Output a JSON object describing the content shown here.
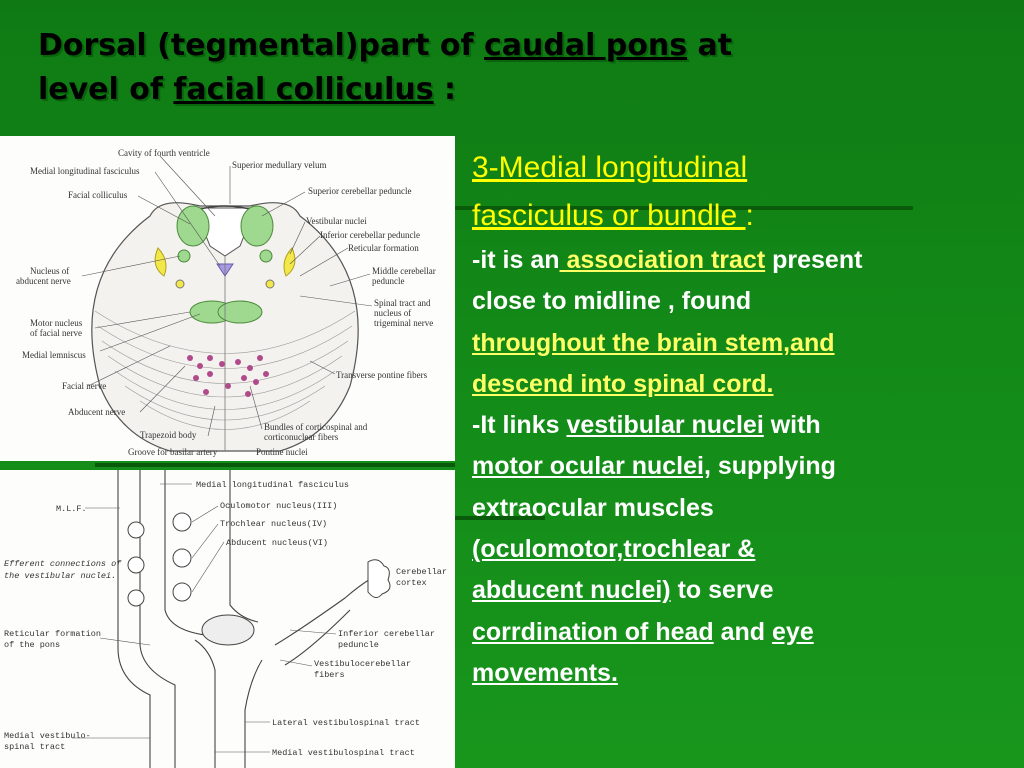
{
  "title": {
    "part1": "Dorsal (tegmental)part of ",
    "link1": "caudal pons",
    "part2": " at",
    "part3": "level of ",
    "link2": "facial colliculus",
    "part4": " :"
  },
  "text": {
    "heading_line1": "3-Medial longitudinal",
    "heading_line2": "fasciculus or bundle ",
    "heading_colon": ":",
    "p1_a": "-it is an",
    "p1_b": " association tract",
    "p1_c": " present",
    "p1_d": "close to midline , found",
    "p1_e": "throughout the brain stem,and",
    "p1_f": "descend into spinal cord.",
    "p2_a": "-It links ",
    "p2_b": "vestibular nuclei",
    "p2_c": " with",
    "p2_d": "motor  ocular nuclei,",
    "p2_e": " supplying",
    "p2_f": "extraocular muscles",
    "p2_g": "(oculomotor,trochlear &",
    "p2_h": "abducent nuclei)",
    "p2_i": " to serve",
    "p2_j": "corrdination of head",
    "p2_k": " and ",
    "p2_l": "eye",
    "p2_m": "movements."
  },
  "diagram_top": {
    "labels": {
      "cavity": "Cavity of fourth ventricle",
      "mlf": "Medial longitudinal fasciculus",
      "facial_colliculus": "Facial colliculus",
      "abducent_nucleus_1": "Nucleus of",
      "abducent_nucleus_2": "abducent nerve",
      "motor_facial_1": "Motor nucleus",
      "motor_facial_2": "of facial nerve",
      "medial_lemniscus": "Medial lemniscus",
      "facial_nerve": "Facial nerve",
      "abducent_nerve": "Abducent nerve",
      "trapezoid": "Trapezoid body",
      "groove": "Groove for basilar artery",
      "sup_velum": "Superior medullary velum",
      "sup_peduncle": "Superior cerebellar peduncle",
      "vestibular": "Vestibular nuclei",
      "inf_peduncle": "Inferior cerebellar peduncle",
      "reticular": "Reticular formation",
      "middle_peduncle_1": "Middle cerebellar",
      "middle_peduncle_2": "peduncle",
      "spinal_tract_1": "Spinal tract and",
      "spinal_tract_2": "nucleus of",
      "spinal_tract_3": "trigeminal nerve",
      "transverse": "Transverse pontine fibers",
      "bundles_1": "Bundles of corticospinal and",
      "bundles_2": "corticonuclear fibers",
      "pontine": "Pontine nuclei"
    }
  },
  "diagram_bottom": {
    "labels": {
      "mlf": "Medial longitudinal fasciculus",
      "oculomotor": "Oculomotor nucleus(III)",
      "trochlear": "Trochlear nucleus(IV)",
      "abducent": "Abducent nucleus(VI)",
      "mlf_abbr": "M.L.F.",
      "efferent_1": "Efferent connections of",
      "efferent_2": "the vestibular nuclei.",
      "cerebellar_1": "Cerebellar",
      "cerebellar_2": "cortex",
      "reticular_1": "Reticular formation",
      "reticular_2": "of the pons",
      "inf_ped_1": "Inferior cerebellar",
      "inf_ped_2": "peduncle",
      "vc_1": "Vestibulocerebellar",
      "vc_2": "fibers",
      "lateral_vst": "Lateral vestibulospinal tract",
      "medial_vst_1": "Medial vestibulo-",
      "medial_vst_2": "spinal tract",
      "medial_vst_full": "Medial vestibulospinal tract"
    }
  }
}
